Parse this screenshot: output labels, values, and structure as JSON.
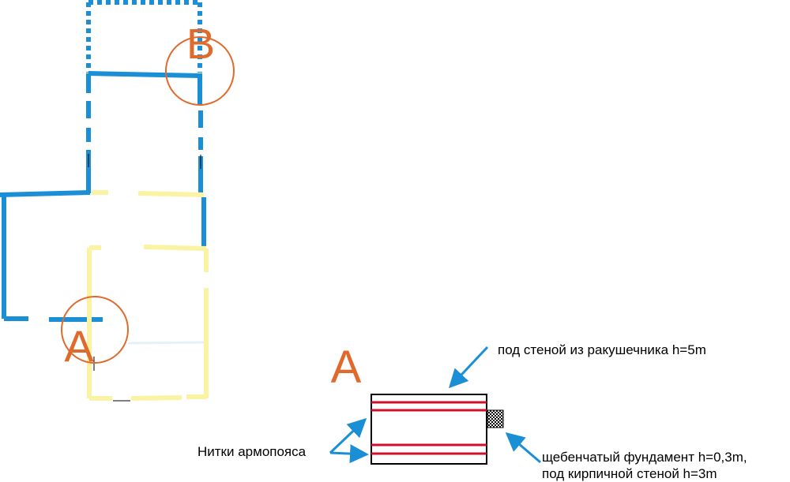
{
  "colors": {
    "blue": "#1a8fd6",
    "yellow": "#fbf3a4",
    "orange": "#e06a2c",
    "red": "#d0102a",
    "black": "#000000"
  },
  "plan": {
    "marker_a": "A",
    "marker_b": "B"
  },
  "section": {
    "title": "A",
    "label_top": "под стеной из ракушечника h=5m",
    "label_left": "Нитки армопояса",
    "label_right_line1": "щебенчатый фундамент h=0,3m,",
    "label_right_line2": "под кирпичной стеной h=3m"
  }
}
